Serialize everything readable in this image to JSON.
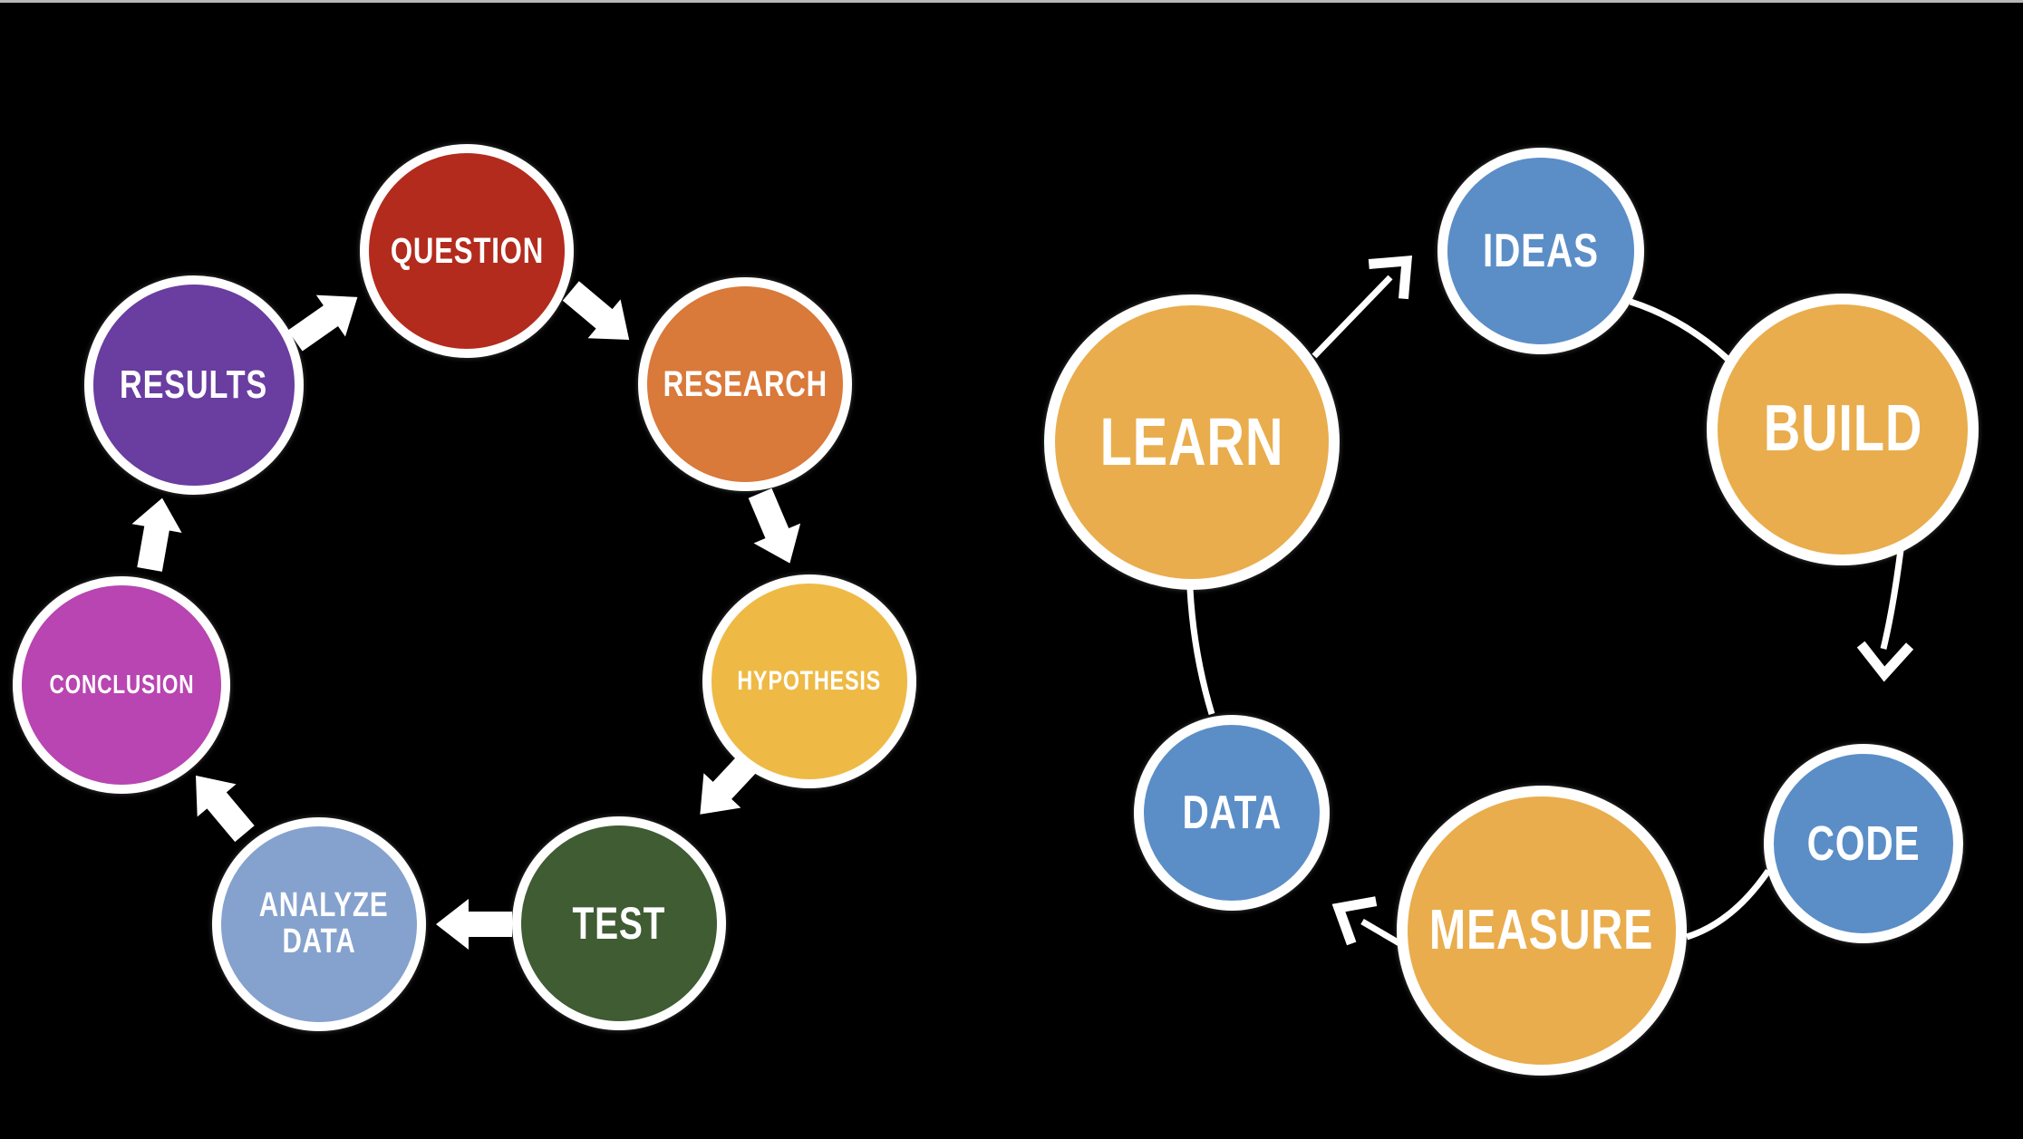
{
  "page": {
    "background": "#000000",
    "top_strip_color": "#b8b8b8"
  },
  "left_diagram": {
    "title": "scientific-method-cycle",
    "arrow_color": "#ffffff",
    "ring_color": "#ffffff",
    "nodes": [
      {
        "label": "QUESTION",
        "color": "#b32b1d"
      },
      {
        "label": "RESEARCH",
        "color": "#d9793a"
      },
      {
        "label": "HYPOTHESIS",
        "color": "#eeba45"
      },
      {
        "label": "TEST",
        "color": "#3f5c33"
      },
      {
        "label": "ANALYZE DATA",
        "color": "#85a2ce"
      },
      {
        "label": "CONCLUSION",
        "color": "#b845b1"
      },
      {
        "label": "RESULTS",
        "color": "#6a3da0"
      }
    ],
    "edges": [
      "QUESTION→RESEARCH",
      "RESEARCH→HYPOTHESIS",
      "HYPOTHESIS→TEST",
      "TEST→ANALYZE DATA",
      "ANALYZE DATA→CONCLUSION",
      "CONCLUSION→RESULTS",
      "RESULTS→QUESTION"
    ]
  },
  "right_diagram": {
    "title": "build-measure-learn-cycle",
    "connector_color": "#ffffff",
    "ring_color": "#ffffff",
    "nodes": [
      {
        "label": "IDEAS",
        "color": "#5b8ec7"
      },
      {
        "label": "BUILD",
        "color": "#e9ad4d"
      },
      {
        "label": "CODE",
        "color": "#5b8ec7"
      },
      {
        "label": "MEASURE",
        "color": "#e9ad4d"
      },
      {
        "label": "DATA",
        "color": "#5b8ec7"
      },
      {
        "label": "LEARN",
        "color": "#e9ad4d"
      }
    ],
    "edges": [
      "IDEAS→BUILD",
      "BUILD→CODE (arrow)",
      "CODE→MEASURE",
      "MEASURE→DATA (arrow)",
      "DATA→LEARN",
      "LEARN→IDEAS (arrow)"
    ]
  }
}
